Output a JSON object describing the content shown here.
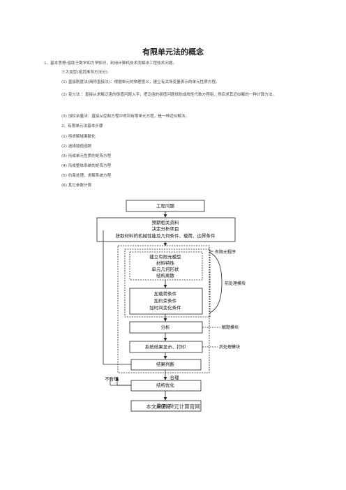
{
  "doc": {
    "title": "有限单元法的概念",
    "lines": [
      "1、基本思想:借助于数学和力学知识，利用计算机技术而解决工程技术问题。",
      "三大类型(按其推导方法分):",
      "(1) 直接刚度法(简称直接法)：根据单元的物理意义，建立有关场变量表示的单元性质方程。",
      "(2) 变分法  ：直接从求解泛函的极值问题入手，把泛函的极值问题规划成线性代数方程组，然后求其近似解的一种计算方法。",
      "(3) 加权余量法：直接从控制方程中得到有限单元方程，是一种近似解法。",
      "2、有限单元法基本步骤",
      "(1) 待求解域离散化",
      "(2) 选择插值函数",
      "(3) 形成单元性质的矩阵方程",
      "(4) 形成整体系统的矩阵方程",
      "(5) 约束处理，求解系统方程",
      "(6) 其它参数计算"
    ],
    "footer": "本文来源于:元计算官网"
  },
  "flow": {
    "engineering_problem": "工程问题",
    "prep_1": "预期相关资料",
    "prep_2": "决定分析项目",
    "prep_3": "获取材料的机械性能及几何条件、载荷、边界条件",
    "model_1": "建立有限元模型",
    "model_2": "材料特性",
    "model_3": "单元几何形状",
    "model_4": "结构离散",
    "load_1": "加载荷条件",
    "load_2": "加约束条件",
    "load_3": "加时间变化条件",
    "analysis": "分析",
    "results": "系统结果显示、打印",
    "judge": "结果判断",
    "fail": "不合理",
    "pass": "合理",
    "optimize": "结构优化",
    "final": "最佳设计",
    "fem_program": "有限元程序",
    "pre_module": "前处理模块",
    "solver_module": "解题模块",
    "post_module": "后处理模块"
  }
}
